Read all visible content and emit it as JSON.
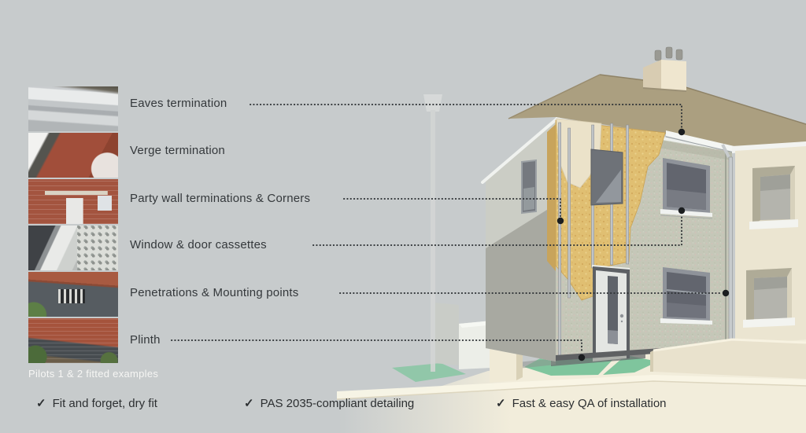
{
  "colors": {
    "background_gray": "#c7cbcc",
    "ground_cream": "#f2eddb",
    "insulation_yellow": "#e0bf72",
    "roof_tan": "#ab9f80",
    "accent_teal": "#7fc59d",
    "leader_dark": "#303437"
  },
  "callouts": {
    "items": [
      {
        "label": "Eaves termination"
      },
      {
        "label": "Verge termination"
      },
      {
        "label": "Party wall terminations & Corners"
      },
      {
        "label": "Window & door cassettes"
      },
      {
        "label": "Penetrations & Mounting points"
      },
      {
        "label": "Plinth"
      }
    ]
  },
  "photo_strip": {
    "caption": "Pilots 1 & 2 fitted examples"
  },
  "footer": {
    "items": [
      {
        "check": "✓",
        "label": "Fit and forget, dry fit"
      },
      {
        "check": "✓",
        "label": "PAS 2035-compliant detailing"
      },
      {
        "check": "✓",
        "label": "Fast & easy QA of installation"
      }
    ]
  }
}
